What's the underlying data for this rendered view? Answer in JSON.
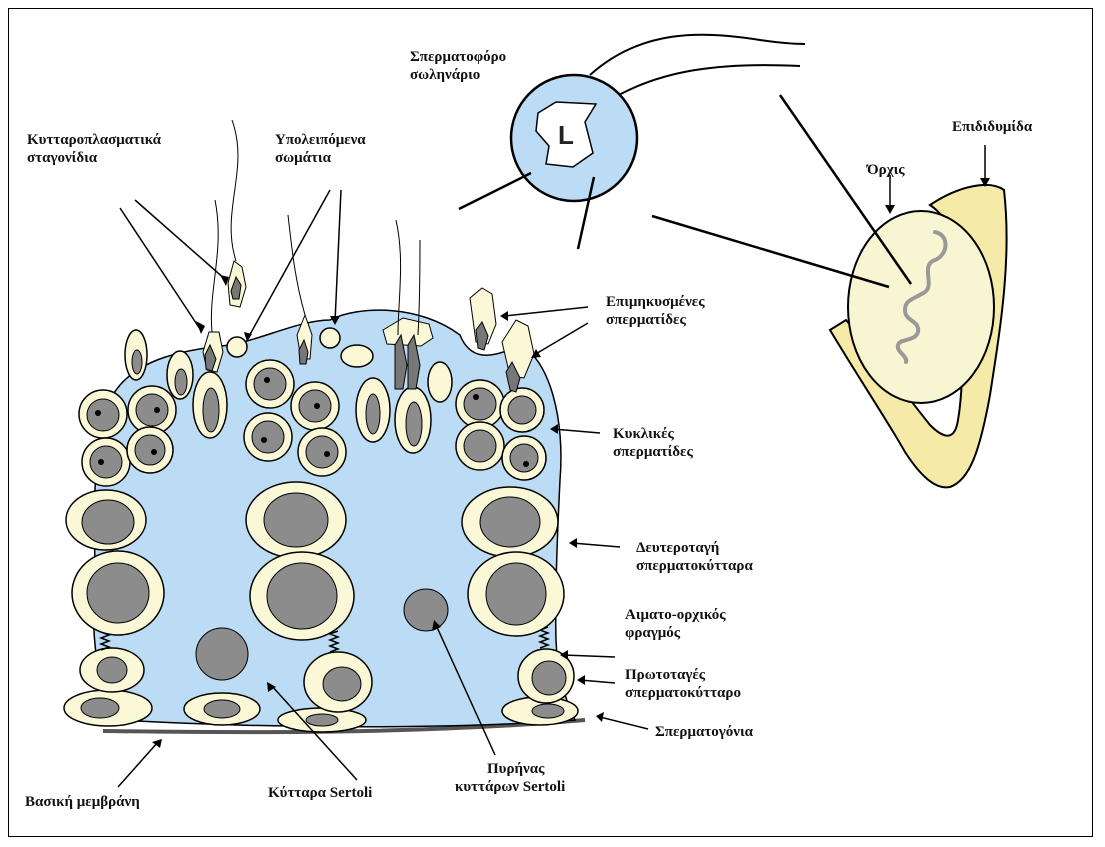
{
  "labels": {
    "spermatophore_tubule": [
      "Σπερματοφόρο",
      "σωληνάριο"
    ],
    "lumen": "L",
    "epididymis": "Επιδιδυμίδα",
    "testis": "Όρχις",
    "cytoplasmic_droplets": [
      "Κυτταροπλασματικά",
      "σταγονίδια"
    ],
    "residual_bodies": [
      "Υπολειπόμενα",
      "σωμάτια"
    ],
    "elongated_spermatids": [
      "Επιμηκυσμένες",
      "σπερματίδες"
    ],
    "round_spermatids": [
      "Κυκλικές",
      "σπερματίδες"
    ],
    "secondary_spermatocytes": [
      "Δευτεροταγή",
      "σπερματοκύτταρα"
    ],
    "blood_testis_barrier": [
      "Αιματο-ορχικός",
      "φραγμός"
    ],
    "primary_spermatocyte": [
      "Πρωτοταγές",
      "σπερματοκύτταρο"
    ],
    "spermatogonia": "Σπερματογόνια",
    "basement_membrane": "Βασική μεμβράνη",
    "sertoli_cells": "Κύτταρα Sertoli",
    "sertoli_nucleus": [
      "Πυρήνας",
      "κυττάρων Sertoli"
    ]
  },
  "colors": {
    "sertoli": "#bcdcf5",
    "cell_cream": "#fbf8d8",
    "nucleus_gray": "#8c8c8c",
    "epididymis_yellow": "#f6eaa8",
    "testis_fill": "#f8f6d2",
    "outline": "#000000"
  }
}
